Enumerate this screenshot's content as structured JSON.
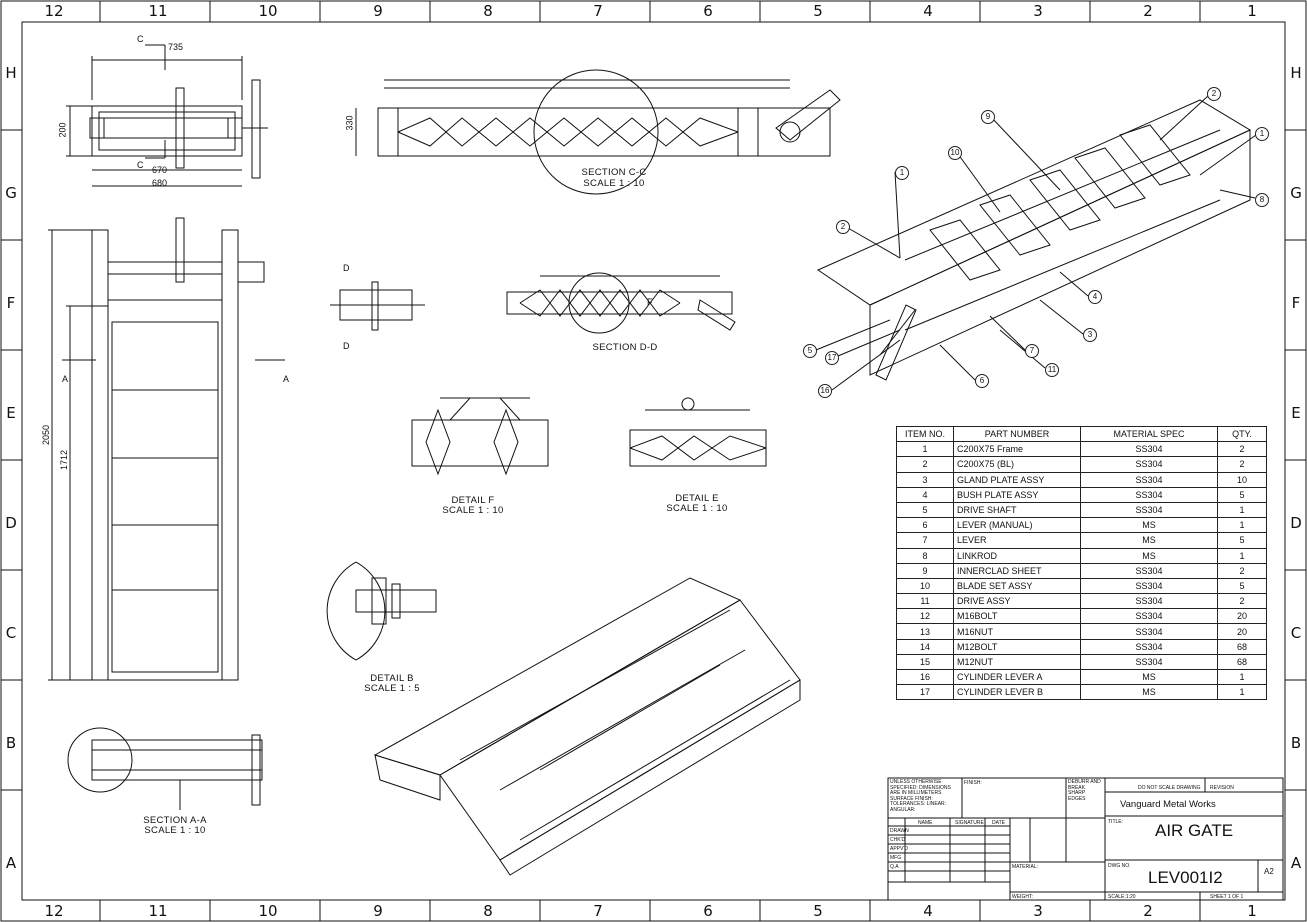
{
  "zones": {
    "columns": [
      "12",
      "11",
      "10",
      "9",
      "8",
      "7",
      "6",
      "5",
      "4",
      "3",
      "2",
      "1"
    ],
    "rows": [
      "H",
      "G",
      "F",
      "E",
      "D",
      "C",
      "B",
      "A"
    ]
  },
  "views": {
    "top_view": {
      "dim_735": "735",
      "dim_200": "200",
      "dim_670": "670",
      "dim_680": "680",
      "cut_c": "C"
    },
    "side_view": {
      "dim_2050": "2050",
      "dim_1712": "1712",
      "cut_a": "A"
    },
    "section_cc": {
      "dim_330": "330",
      "title": "SECTION C-C",
      "scale": "SCALE 1 : 10"
    },
    "section_dd": {
      "cut_d": "D",
      "title": "SECTION D-D",
      "detail_f_mark": "F"
    },
    "detail_f": {
      "title": "DETAIL F",
      "scale": "SCALE 1 : 10"
    },
    "detail_e": {
      "title": "DETAIL E",
      "scale": "SCALE 1 : 10"
    },
    "detail_b": {
      "title": "DETAIL B",
      "scale": "SCALE 1 : 5"
    },
    "section_aa": {
      "title": "SECTION A-A",
      "scale": "SCALE 1 : 10"
    }
  },
  "balloons": [
    "1",
    "2",
    "9",
    "10",
    "2",
    "1",
    "8",
    "4",
    "3",
    "7",
    "11",
    "6",
    "5",
    "17",
    "16"
  ],
  "bom": {
    "headers": [
      "ITEM NO.",
      "PART NUMBER",
      "MATERIAL SPEC",
      "QTY."
    ],
    "rows": [
      [
        "1",
        "C200X75 Frame",
        "SS304",
        "2"
      ],
      [
        "2",
        "C200X75 (BL)",
        "SS304",
        "2"
      ],
      [
        "3",
        "GLAND PLATE ASSY",
        "SS304",
        "10"
      ],
      [
        "4",
        "BUSH PLATE ASSY",
        "SS304",
        "5"
      ],
      [
        "5",
        "DRIVE SHAFT",
        "SS304",
        "1"
      ],
      [
        "6",
        "LEVER (MANUAL)",
        "MS",
        "1"
      ],
      [
        "7",
        "LEVER",
        "MS",
        "5"
      ],
      [
        "8",
        "LINKROD",
        "MS",
        "1"
      ],
      [
        "9",
        "INNERCLAD SHEET",
        "SS304",
        "2"
      ],
      [
        "10",
        "BLADE SET ASSY",
        "SS304",
        "5"
      ],
      [
        "11",
        "DRIVE ASSY",
        "SS304",
        "2"
      ],
      [
        "12",
        "M16BOLT",
        "SS304",
        "20"
      ],
      [
        "13",
        "M16NUT",
        "SS304",
        "20"
      ],
      [
        "14",
        "M12BOLT",
        "SS304",
        "68"
      ],
      [
        "15",
        "M12NUT",
        "SS304",
        "68"
      ],
      [
        "16",
        "CYLINDER LEVER A",
        "MS",
        "1"
      ],
      [
        "17",
        "CYLINDER LEVER B",
        "MS",
        "1"
      ]
    ]
  },
  "title_block": {
    "notes": "UNLESS OTHERWISE SPECIFIED: DIMENSIONS ARE IN MILLIMETERS SURFACE FINISH: TOLERANCES: LINEAR: ANGULAR:",
    "finish": "FINISH:",
    "deburr": "DEBURR AND BREAK SHARP EDGES",
    "do_not_scale": "DO NOT SCALE DRAWING",
    "revision": "REVISION",
    "company": "Vanguard Metal Works",
    "title_label": "TITLE:",
    "title": "AIR GATE",
    "col_name": "NAME",
    "col_signature": "SIGNATURE",
    "col_date": "DATE",
    "roles": [
      "DRAWN",
      "CHK'D",
      "APPV'D",
      "MFG",
      "Q.A"
    ],
    "material": "MATERIAL:",
    "weight": "WEIGHT:",
    "dwg_no_label": "DWG NO.",
    "dwg_no": "LEV001I2",
    "size": "A2",
    "scale": "SCALE:1:20",
    "sheet": "SHEET 1 OF 1"
  }
}
